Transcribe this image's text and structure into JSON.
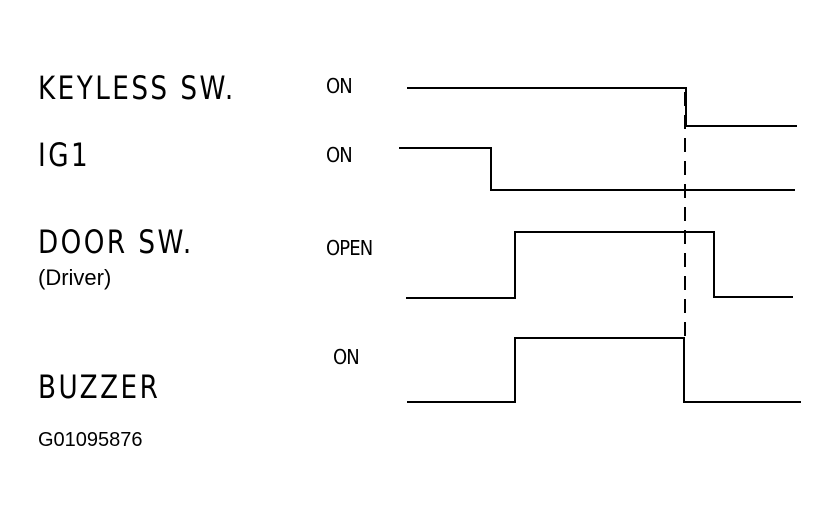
{
  "signals": [
    {
      "name": "KEYLESS SW.",
      "state": "ON"
    },
    {
      "name": "IG1",
      "state": "ON"
    },
    {
      "name": "DOOR SW.",
      "sub": "(Driver)",
      "state": "OPEN"
    },
    {
      "name": "BUZZER",
      "state": "ON"
    }
  ],
  "figure_id": "G01095876",
  "colors": {
    "line": "#000000",
    "background": "#ffffff"
  }
}
